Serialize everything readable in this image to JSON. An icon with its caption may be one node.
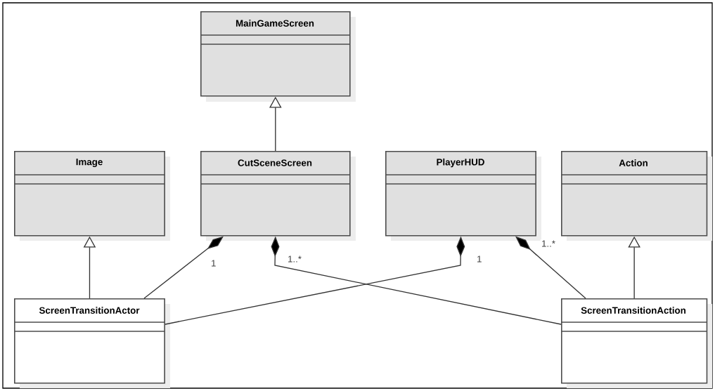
{
  "diagram": {
    "nodes": [
      {
        "text": [
          "MainGameScreen"
        ]
      },
      {
        "text": [
          "Image"
        ]
      },
      {
        "text": [
          "CutSceneScreen"
        ]
      },
      {
        "text": [
          "PlayerHUD"
        ]
      },
      {
        "text": [
          "Action"
        ]
      },
      {
        "text": [
          "ScreenTransitionActor"
        ]
      },
      {
        "text": [
          "ScreenTransitionAction"
        ]
      }
    ],
    "edges": [
      {
        "from": 2,
        "to": 0,
        "arrow": "to"
      },
      {
        "from": 5,
        "to": 1,
        "arrow": "to"
      },
      {
        "from": 6,
        "to": 4,
        "arrow": "to"
      },
      {
        "from": 2,
        "to": 5,
        "arrow": "other",
        "label": "1"
      },
      {
        "from": 2,
        "to": 6,
        "arrow": "other",
        "label": "1..*"
      },
      {
        "from": 3,
        "to": 5,
        "arrow": "other",
        "label": "1"
      },
      {
        "from": 3,
        "to": 6,
        "arrow": "other",
        "label": "1..*"
      }
    ]
  }
}
